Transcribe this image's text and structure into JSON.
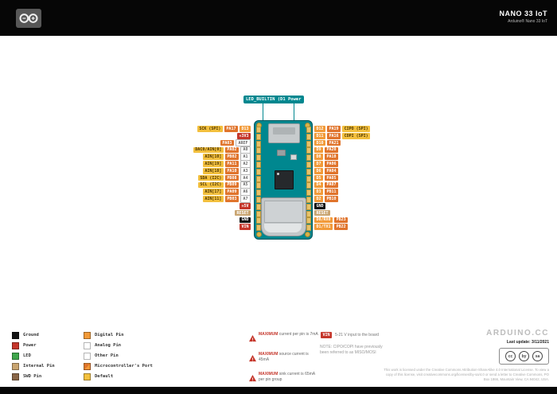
{
  "header": {
    "title": "NANO 33 IoT",
    "subtitle": "Arduino® Nano 33 IoT"
  },
  "top_labels": {
    "led": "LED_BUILTIN (D13)",
    "power": "Power"
  },
  "colors": {
    "teal": "#00878F",
    "ground": "#141414",
    "power": "#C5362B",
    "led": "#3FA64C",
    "internal": "#C9A571",
    "swd": "#8A6748",
    "digital": "#F29A38",
    "analog": "#FFFFFF",
    "other": "#FFFFFF",
    "port": "#E0742C",
    "default": "#F3C03E"
  },
  "pins": {
    "left": [
      {
        "badges": [
          {
            "t": "SCK (SPI)",
            "c": "default"
          },
          {
            "t": "PA17",
            "c": "port"
          },
          {
            "t": "D13",
            "c": "digital"
          }
        ]
      },
      {
        "badges": [
          {
            "t": "+3V3",
            "c": "power"
          }
        ]
      },
      {
        "badges": [
          {
            "t": "PA03",
            "c": "port"
          },
          {
            "t": "AREF",
            "c": "other"
          }
        ]
      },
      {
        "badges": [
          {
            "t": "DAC0/AIN[0]",
            "c": "default"
          },
          {
            "t": "PA02",
            "c": "port"
          },
          {
            "t": "A0",
            "c": "analog"
          }
        ]
      },
      {
        "badges": [
          {
            "t": "AIN[10]",
            "c": "default"
          },
          {
            "t": "PB02",
            "c": "port"
          },
          {
            "t": "A1",
            "c": "analog"
          }
        ]
      },
      {
        "badges": [
          {
            "t": "AIN[19]",
            "c": "default"
          },
          {
            "t": "PA11",
            "c": "port"
          },
          {
            "t": "A2",
            "c": "analog"
          }
        ]
      },
      {
        "badges": [
          {
            "t": "AIN[18]",
            "c": "default"
          },
          {
            "t": "PA10",
            "c": "port"
          },
          {
            "t": "A3",
            "c": "analog"
          }
        ]
      },
      {
        "badges": [
          {
            "t": "SDA (I2C)",
            "c": "default"
          },
          {
            "t": "PB08",
            "c": "port"
          },
          {
            "t": "A4",
            "c": "analog"
          }
        ]
      },
      {
        "badges": [
          {
            "t": "SCL (I2C)",
            "c": "default"
          },
          {
            "t": "PB09",
            "c": "port"
          },
          {
            "t": "A5",
            "c": "analog"
          }
        ]
      },
      {
        "badges": [
          {
            "t": "AIN[17]",
            "c": "default"
          },
          {
            "t": "PA09",
            "c": "port"
          },
          {
            "t": "A6",
            "c": "analog"
          }
        ]
      },
      {
        "badges": [
          {
            "t": "AIN[11]",
            "c": "default"
          },
          {
            "t": "PB03",
            "c": "port"
          },
          {
            "t": "A7",
            "c": "analog"
          }
        ]
      },
      {
        "badges": [
          {
            "t": "+5V",
            "c": "power"
          }
        ]
      },
      {
        "badges": [
          {
            "t": "RESET",
            "c": "internal"
          }
        ]
      },
      {
        "badges": [
          {
            "t": "GND",
            "c": "ground"
          }
        ]
      },
      {
        "badges": [
          {
            "t": "VIN",
            "c": "power"
          }
        ]
      }
    ],
    "right": [
      {
        "badges": [
          {
            "t": "D12",
            "c": "digital"
          },
          {
            "t": "PA19",
            "c": "port"
          },
          {
            "t": "CIPO (SPI)",
            "c": "default"
          }
        ]
      },
      {
        "badges": [
          {
            "t": "D11",
            "c": "digital"
          },
          {
            "t": "PA16",
            "c": "port"
          },
          {
            "t": "COPI (SPI)",
            "c": "default"
          }
        ]
      },
      {
        "badges": [
          {
            "t": "D10",
            "c": "digital"
          },
          {
            "t": "PA21",
            "c": "port"
          }
        ]
      },
      {
        "badges": [
          {
            "t": "D9",
            "c": "digital"
          },
          {
            "t": "PA20",
            "c": "port"
          }
        ]
      },
      {
        "badges": [
          {
            "t": "D8",
            "c": "digital"
          },
          {
            "t": "PA18",
            "c": "port"
          }
        ]
      },
      {
        "badges": [
          {
            "t": "D7",
            "c": "digital"
          },
          {
            "t": "PA06",
            "c": "port"
          }
        ]
      },
      {
        "badges": [
          {
            "t": "D6",
            "c": "digital"
          },
          {
            "t": "PA04",
            "c": "port"
          }
        ]
      },
      {
        "badges": [
          {
            "t": "D5",
            "c": "digital"
          },
          {
            "t": "PA05",
            "c": "port"
          }
        ]
      },
      {
        "badges": [
          {
            "t": "D4",
            "c": "digital"
          },
          {
            "t": "PA07",
            "c": "port"
          }
        ]
      },
      {
        "badges": [
          {
            "t": "D3",
            "c": "digital"
          },
          {
            "t": "PB11",
            "c": "port"
          }
        ]
      },
      {
        "badges": [
          {
            "t": "D2",
            "c": "digital"
          },
          {
            "t": "PB10",
            "c": "port"
          }
        ]
      },
      {
        "badges": [
          {
            "t": "GND",
            "c": "ground"
          }
        ]
      },
      {
        "badges": [
          {
            "t": "RESET",
            "c": "internal"
          }
        ]
      },
      {
        "badges": [
          {
            "t": "D0/RX0",
            "c": "digital"
          },
          {
            "t": "PB23",
            "c": "port"
          }
        ]
      },
      {
        "badges": [
          {
            "t": "D1/TX1",
            "c": "digital"
          },
          {
            "t": "PB22",
            "c": "port"
          }
        ]
      }
    ]
  },
  "legend": {
    "columns": [
      {
        "items": [
          {
            "label": "Ground",
            "swatch": "ground"
          },
          {
            "label": "Power",
            "swatch": "power"
          },
          {
            "label": "LED",
            "swatch": "led"
          },
          {
            "label": "Internal Pin",
            "swatch": "internal"
          },
          {
            "label": "SWD Pin",
            "swatch": "swd"
          }
        ]
      },
      {
        "items": [
          {
            "label": "Digital Pin",
            "swatch": "digital"
          },
          {
            "label": "Analog Pin",
            "swatch": "analog"
          },
          {
            "label": "Other Pin",
            "swatch": "other"
          },
          {
            "label": "Microcontroller's Port",
            "swatch": "port"
          },
          {
            "label": "Default",
            "swatch": "default"
          }
        ]
      }
    ]
  },
  "warnings": [
    {
      "bold": "MAXIMUM",
      "text": "current per pin is 7mA"
    },
    {
      "bold": "MAXIMUM",
      "text": "source current is 45mA"
    },
    {
      "bold": "MAXIMUM",
      "text": "sink current is 65mA per pin group"
    }
  ],
  "vin_note": {
    "badge": "VIN",
    "text": "5-21 V input to the board"
  },
  "note": "NOTE: CIPO/COPI have previously been referred to as MISO/MOSI",
  "footer": {
    "brand": "ARDUINO.CC",
    "last_update": "Last update: 3/11/2021",
    "license_icons": [
      "cc",
      "by",
      "sa"
    ],
    "license_text": "This work is licensed under the Creative Commons Attribution-ShareAlike 4.0 International License. To view a copy of this license, visit creativecommons.org/licenses/by-sa/4.0 or send a letter to Creative Commons, PO Box 1866, Mountain View, CA 94042, USA."
  }
}
